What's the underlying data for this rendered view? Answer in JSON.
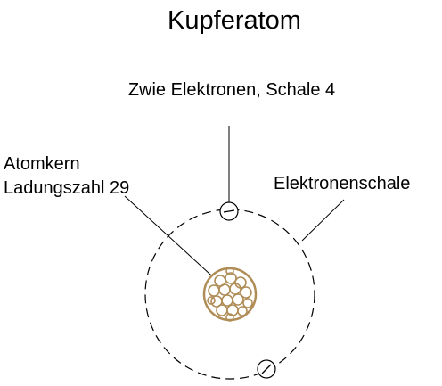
{
  "diagram": {
    "title": "Kupferatom",
    "labels": {
      "electrons": "Zwie Elektronen, Schale 4",
      "nucleus_line1": "Atomkern",
      "nucleus_line2": "Ladungszahl 29",
      "shell": "Elektronenschale"
    },
    "electron_sign": "−"
  },
  "colors": {
    "background": "#ffffff",
    "ink": "#000000",
    "nucleus": "#b08d57"
  }
}
